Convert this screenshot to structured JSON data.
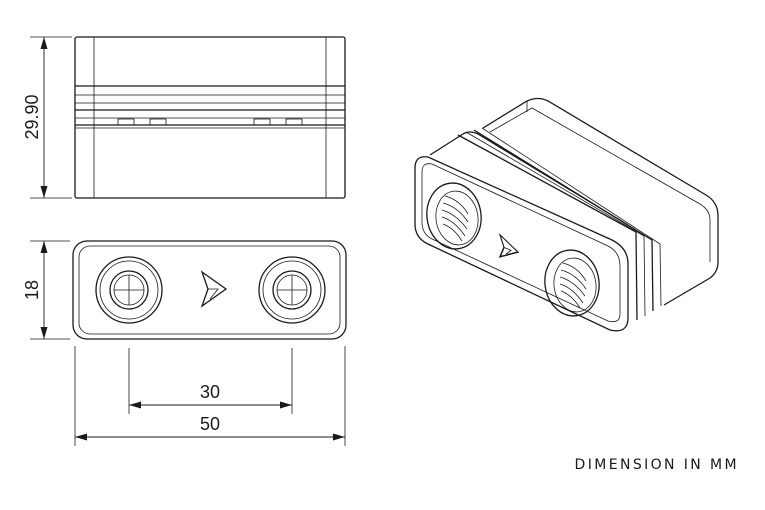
{
  "dimensions": {
    "height": "29.90",
    "depth": "18",
    "hole_spacing": "30",
    "width": "50"
  },
  "note": "DIMENSION IN MM"
}
